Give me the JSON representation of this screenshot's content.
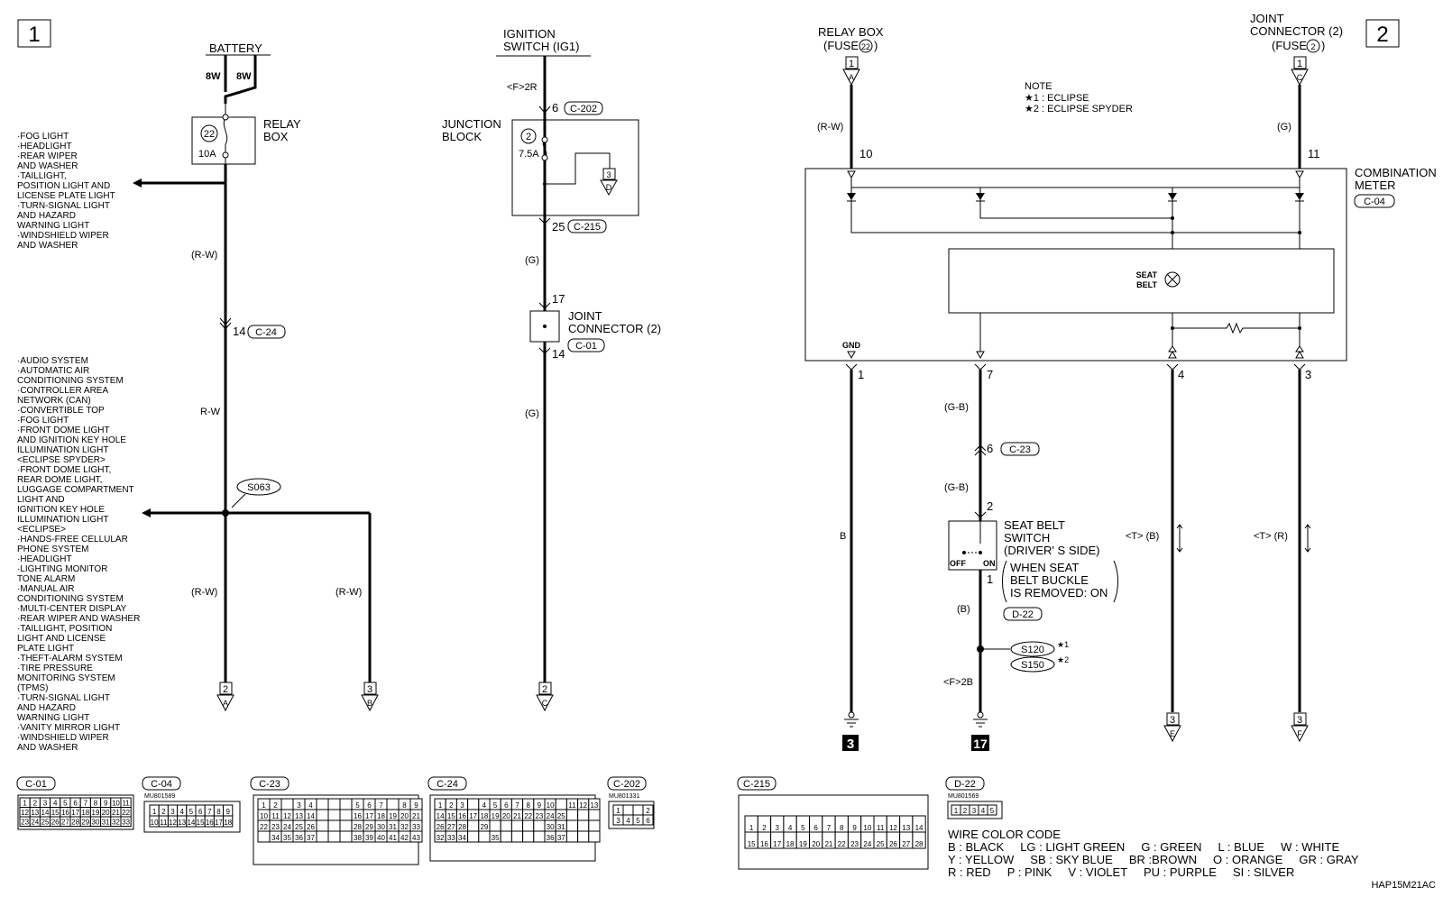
{
  "pages": {
    "p1": "1",
    "p2": "2"
  },
  "battery": {
    "label": "BATTERY",
    "w1": "8W",
    "w2": "8W"
  },
  "relay_box": {
    "label1": "RELAY",
    "label2": "BOX",
    "fuse_no": "22",
    "fuse_amp": "10A"
  },
  "relay_outputs": [
    "·FOG LIGHT",
    "·HEADLIGHT",
    "·REAR WIPER",
    "  AND WASHER",
    "·TAILLIGHT,",
    "  POSITION LIGHT AND",
    "  LICENSE PLATE LIGHT",
    "·TURN-SIGNAL LIGHT",
    "  AND HAZARD",
    "  WARNING LIGHT",
    "·WINDSHIELD WIPER",
    "  AND WASHER"
  ],
  "wire_left": {
    "rw1": "(R-W)",
    "pin_c24": "14",
    "c24": "C-24",
    "rw2": "R-W",
    "rw3": "(R-W)",
    "rw4": "(R-W)",
    "s063": "S063"
  },
  "systems_list": [
    "·AUDIO SYSTEM",
    "·AUTOMATIC AIR",
    "  CONDITIONING SYSTEM",
    "·CONTROLLER AREA",
    "  NETWORK (CAN)",
    "·CONVERTIBLE TOP",
    "·FOG LIGHT",
    "·FRONT DOME LIGHT",
    "  AND IGNITION KEY HOLE",
    "  ILLUMINATION LIGHT",
    "  <ECLIPSE SPYDER>",
    "·FRONT DOME LIGHT,",
    "  REAR DOME LIGHT,",
    "  LUGGAGE COMPARTMENT",
    "  LIGHT AND",
    "  IGNITION KEY HOLE",
    "  ILLUMINATION LIGHT",
    "  <ECLIPSE>",
    "·HANDS-FREE CELLULAR",
    "  PHONE SYSTEM",
    "·HEADLIGHT",
    "·LIGHTING MONITOR",
    "  TONE ALARM",
    "·MANUAL AIR",
    "  CONDITIONING SYSTEM",
    "·MULTI-CENTER DISPLAY",
    "·REAR WIPER AND WASHER",
    "·TAILLIGHT, POSITION",
    "  LIGHT AND LICENSE",
    "  PLATE LIGHT",
    "·THEFT-ALARM SYSTEM",
    "·TIRE PRESSURE",
    "  MONITORING SYSTEM",
    "  (TPMS)",
    "·TURN-SIGNAL LIGHT",
    "  AND HAZARD",
    "  WARNING LIGHT",
    "·VANITY MIRROR LIGHT",
    "·WINDSHIELD WIPER",
    "  AND WASHER"
  ],
  "ign": {
    "label1": "IGNITION",
    "label2": "SWITCH (IG1)",
    "f2r": "<F>2R",
    "pin6": "6",
    "c202": "C-202",
    "jb1": "JUNCTION",
    "jb2": "BLOCK",
    "fuse_no": "2",
    "fuse_amp": "7.5A",
    "d_no": "3",
    "d_let": "D",
    "pin25": "25",
    "c215": "C-215",
    "g1": "(G)",
    "pin17": "17",
    "jc1": "JOINT",
    "jc2": "CONNECTOR (2)",
    "c01": "C-01",
    "pin14": "14",
    "g2": "(G)"
  },
  "off_page": {
    "a_no": "2",
    "a_let": "A",
    "b_no": "3",
    "b_let": "B",
    "c_no": "2",
    "c_let": "C",
    "e_no": "3",
    "e_let": "E",
    "f_no": "3",
    "f_let": "F",
    "top_a_no": "1",
    "top_a_let": "A",
    "top_c_no": "1",
    "top_c_let": "C"
  },
  "right": {
    "relay1": "RELAY BOX",
    "relay2": "(FUSE",
    "relay_fuse": "22",
    "relay3": ")",
    "jc1": "JOINT",
    "jc2": "CONNECTOR (2)",
    "jc3": "(FUSE",
    "jc_fuse": "2",
    "jc4": ")",
    "note": "NOTE",
    "note1": "★1 : ECLIPSE",
    "note2": "★2 : ECLIPSE SPYDER",
    "rw": "(R-W)",
    "g": "(G)",
    "pin10": "10",
    "pin11": "11",
    "cm1": "COMBINATION",
    "cm2": "METER",
    "c04": "C-04",
    "seat1": "SEAT",
    "seat2": "BELT",
    "gnd": "GND",
    "pin1": "1",
    "pin7": "7",
    "pin4": "4",
    "pin3": "3",
    "gb1": "(G-B)",
    "pin6": "6",
    "c23": "C-23",
    "gb2": "(G-B)",
    "pin2": "2",
    "sb1": "SEAT BELT",
    "sb2": "SWITCH",
    "sb3": "(DRIVER' S SIDE)",
    "sb4": "WHEN SEAT",
    "sb5": "BELT BUCKLE",
    "sb6": "IS REMOVED: ON",
    "off": "OFF",
    "on": "ON",
    "sw_pin1": "1",
    "b_paren": "(B)",
    "d22": "D-22",
    "s120": "S120",
    "s150": "S150",
    "star1": "★1",
    "star2": "★2",
    "f2b": "<F>2B",
    "b": "B",
    "tb": "<T> (B)",
    "tr": "<T> (R)",
    "g3": "3",
    "g17": "17"
  },
  "connectors": {
    "c01": "C-01",
    "c04": "C-04",
    "c04_part": "MU801589",
    "c23": "C-23",
    "c24": "C-24",
    "c202": "C-202",
    "c202_part": "MU801331",
    "c215": "C-215",
    "d22": "D-22",
    "d22_part": "MU801569"
  },
  "wire_color": {
    "title": "WIRE COLOR CODE",
    "row1": "B : BLACK     LG : LIGHT GREEN     G : GREEN     L : BLUE     W : WHITE",
    "row2": "Y : YELLOW     SB : SKY BLUE     BR :BROWN     O : ORANGE     GR : GRAY",
    "row3": "R : RED     P : PINK     V : VIOLET     PU : PURPLE     SI : SILVER"
  },
  "code": "HAP15M21AC"
}
